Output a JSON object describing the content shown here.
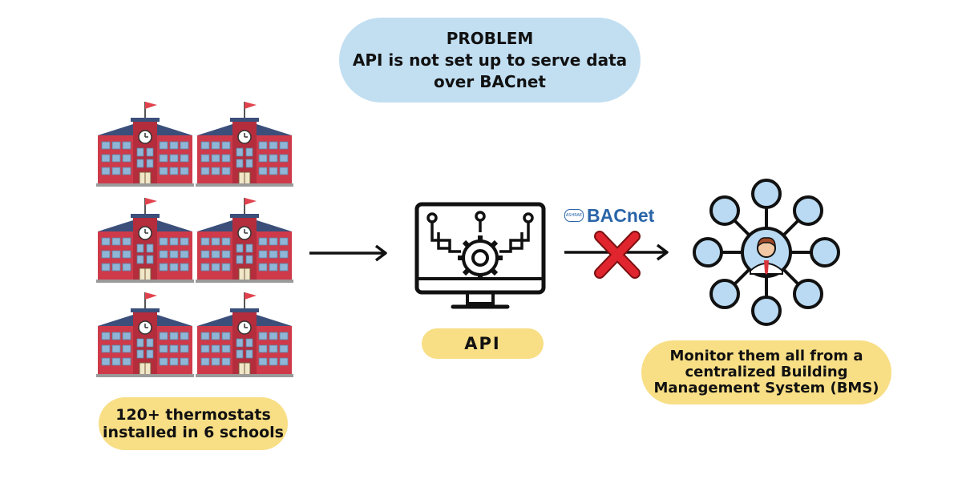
{
  "problem": {
    "heading": "PROBLEM",
    "line1": "API is not set up to serve data",
    "line2": "over BACnet"
  },
  "schools": {
    "count_icons": 6,
    "note_line1": "120+ thermostats",
    "note_line2": "installed in 6 schools"
  },
  "api": {
    "label": "API"
  },
  "bacnet": {
    "badge": "ASHRAE",
    "logo_text": "BACnet"
  },
  "bms": {
    "line1": "Monitor them all from a",
    "line2": "centralized Building",
    "line3": "Management System (BMS)"
  },
  "colors": {
    "building_red": "#cf3a4a",
    "roof_blue": "#3b4f7a",
    "window_blue": "#8fb6d6",
    "pill_blue": "#c2dff2",
    "pill_yellow": "#f8de85",
    "node_blue": "#b9daf2",
    "cross_red": "#e0252e"
  }
}
